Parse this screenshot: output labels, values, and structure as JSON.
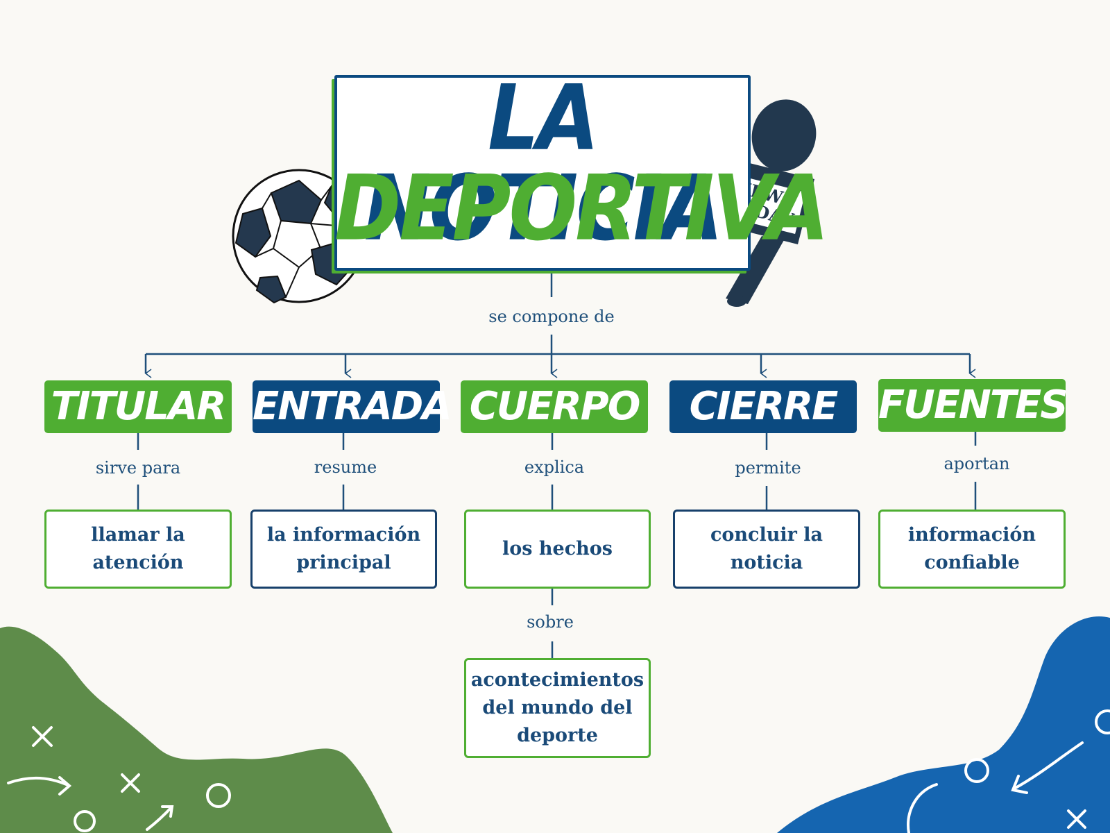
{
  "title": {
    "line1": "LA NOTICIA",
    "line2": "DEPORTIVA"
  },
  "microphone": {
    "flag_line1": "NEWS",
    "flag_line2": "TODAY"
  },
  "root_connector": "se compone de",
  "branches": [
    {
      "label": "TITULAR",
      "connector": "sirve para",
      "description": "llamar la atención"
    },
    {
      "label": "ENTRADA",
      "connector": "resume",
      "description": "la información principal"
    },
    {
      "label": "CUERPO",
      "connector": "explica",
      "description": "los hechos",
      "sub_connector": "sobre",
      "sub_description": "acontecimientos del mundo del deporte"
    },
    {
      "label": "CIERRE",
      "connector": "permite",
      "description": "concluir la noticia"
    },
    {
      "label": "FUENTES",
      "connector": "aportan",
      "description": "información confiable"
    }
  ],
  "colors": {
    "green": "#4fae32",
    "blue": "#0b4a80",
    "connector_text": "#1e4f7a",
    "corner_green": "#5e8c4a",
    "corner_blue": "#1565b0"
  },
  "icons": [
    "soccer-ball-icon",
    "microphone-icon",
    "cross-mark-icon",
    "circle-mark-icon",
    "arrow-icon"
  ]
}
